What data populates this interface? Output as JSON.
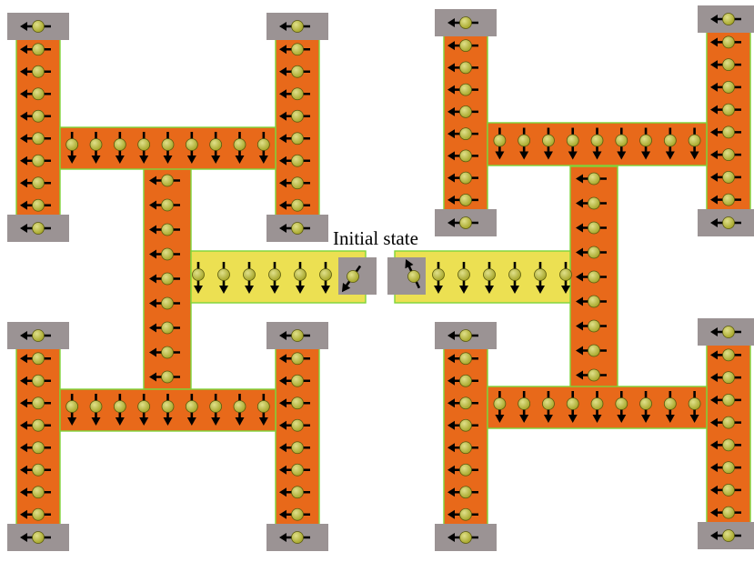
{
  "caption": "Initial state",
  "colors": {
    "orange": "#e8691a",
    "yellow": "#ece052",
    "edge": "#7ed43a",
    "pad": "#9b9394",
    "spin": "#a2a222",
    "spin_hi": "#e0e08a",
    "arrow": "#000000",
    "background": "#ffffff"
  },
  "structures": {
    "h_trees": [
      "top-left",
      "bottom-left",
      "top-right",
      "bottom-right"
    ],
    "vertical_arm_spins": 8,
    "horizontal_arm_spins": 9,
    "vertical_arm_spin_direction": "left",
    "horizontal_arm_spin_direction": "down",
    "center_bar": {
      "left_segment_spins": 6,
      "right_segment_spins": 6,
      "spin_direction": "down"
    }
  },
  "center_gap": {
    "left_tip_spin": "tilted",
    "right_tip_spin": "tilted-up"
  }
}
